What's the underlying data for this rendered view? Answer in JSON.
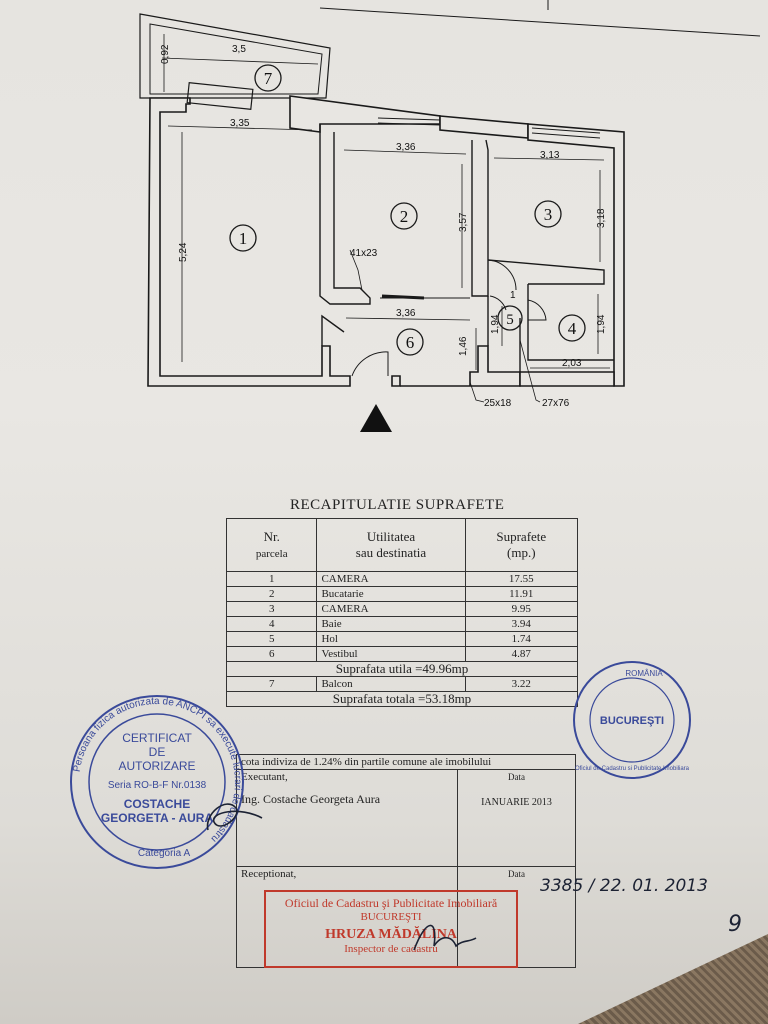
{
  "plan": {
    "rooms": [
      {
        "id": "1",
        "label": "1"
      },
      {
        "id": "2",
        "label": "2"
      },
      {
        "id": "3",
        "label": "3"
      },
      {
        "id": "4",
        "label": "4"
      },
      {
        "id": "5",
        "label": "5"
      },
      {
        "id": "6",
        "label": "6"
      },
      {
        "id": "7",
        "label": "7"
      }
    ],
    "dims": {
      "d092": "0,92",
      "d35": "3,5",
      "d335": "3,35",
      "d524": "5,24",
      "d336a": "3,36",
      "d357": "3,57",
      "d41x23": "41x23",
      "d313": "3,13",
      "d318": "3,18",
      "d336b": "3,36",
      "d146": "1,46",
      "d194a": "1,94",
      "d1": "1",
      "d194b": "1,94",
      "d203": "2,03",
      "d25x18": "25x18",
      "d27x76": "27x76"
    }
  },
  "recap": {
    "title": "RECAPITULATIE SUPRAFETE",
    "col1": "Nr.",
    "col1b": "parcela",
    "col2": "Utilitatea",
    "col2b": "sau destinatia",
    "col3": "Suprafete",
    "col3b": "(mp.)",
    "rows": [
      {
        "nr": "1",
        "dest": "CAMERA",
        "area": "17.55"
      },
      {
        "nr": "2",
        "dest": "Bucatarie",
        "area": "11.91"
      },
      {
        "nr": "3",
        "dest": "CAMERA",
        "area": "9.95"
      },
      {
        "nr": "4",
        "dest": "Baie",
        "area": "3.94"
      },
      {
        "nr": "5",
        "dest": "Hol",
        "area": "1.74"
      },
      {
        "nr": "6",
        "dest": "Vestibul",
        "area": "4.87"
      }
    ],
    "util": "Suprafata utila =49.96mp",
    "balcon": {
      "nr": "7",
      "dest": "Balcon",
      "area": "3.22"
    },
    "total": "Suprafata totala =53.18mp",
    "cota": "cota indiviza de 1.24% din partile comune ale imobilului",
    "exec_label": "Executant,",
    "data_label": "Data",
    "exec_name": "Ing. Costache Georgeta Aura",
    "exec_date": "IANUARIE  2013",
    "recep_label": "Receptionat,",
    "data_label2": "Data"
  },
  "stamp_left": {
    "ring": "Persoana fizica autorizata de ANCPI sa execute lucrari de cadastru",
    "l1": "CERTIFICAT",
    "l2": "DE",
    "l3": "AUTORIZARE",
    "serie": "Seria RO-B-F Nr.0138",
    "n1": "COSTACHE",
    "n2": "GEORGETA - AURA",
    "cat": "Categoria A"
  },
  "stamp_right": {
    "top": "ROMÂNIA",
    "city": "BUCUREŞTI",
    "ring": "Oficiul de Cadastru si Publicitate Imobiliara"
  },
  "stamp_rect": {
    "l1": "Oficiul de Cadastru şi Publicitate Imobiliară",
    "l2": "BUCUREŞTI",
    "l3": "HRUZA MĂDĂLINA",
    "l4": "Inspector de cadastru"
  },
  "handwriting": {
    "reg": "3385 / 22. 01. 2013",
    "page": "9"
  },
  "colors": {
    "ink": "#222222",
    "stamp_blue": "#3a4a9a",
    "stamp_red": "#c0392b"
  }
}
